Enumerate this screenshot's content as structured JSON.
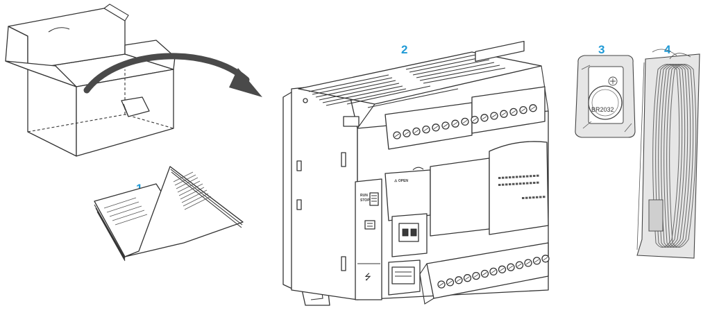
{
  "callouts": {
    "item_1": "1",
    "item_2": "2",
    "item_3": "3",
    "item_4": "4"
  },
  "device_labels": {
    "run_stop_line1": "RUN",
    "run_stop_line2": "STOP",
    "open_label": "OPEN",
    "battery_label": "BR2032"
  },
  "colors": {
    "callout": "#1f9ad6",
    "line": "#333333"
  }
}
